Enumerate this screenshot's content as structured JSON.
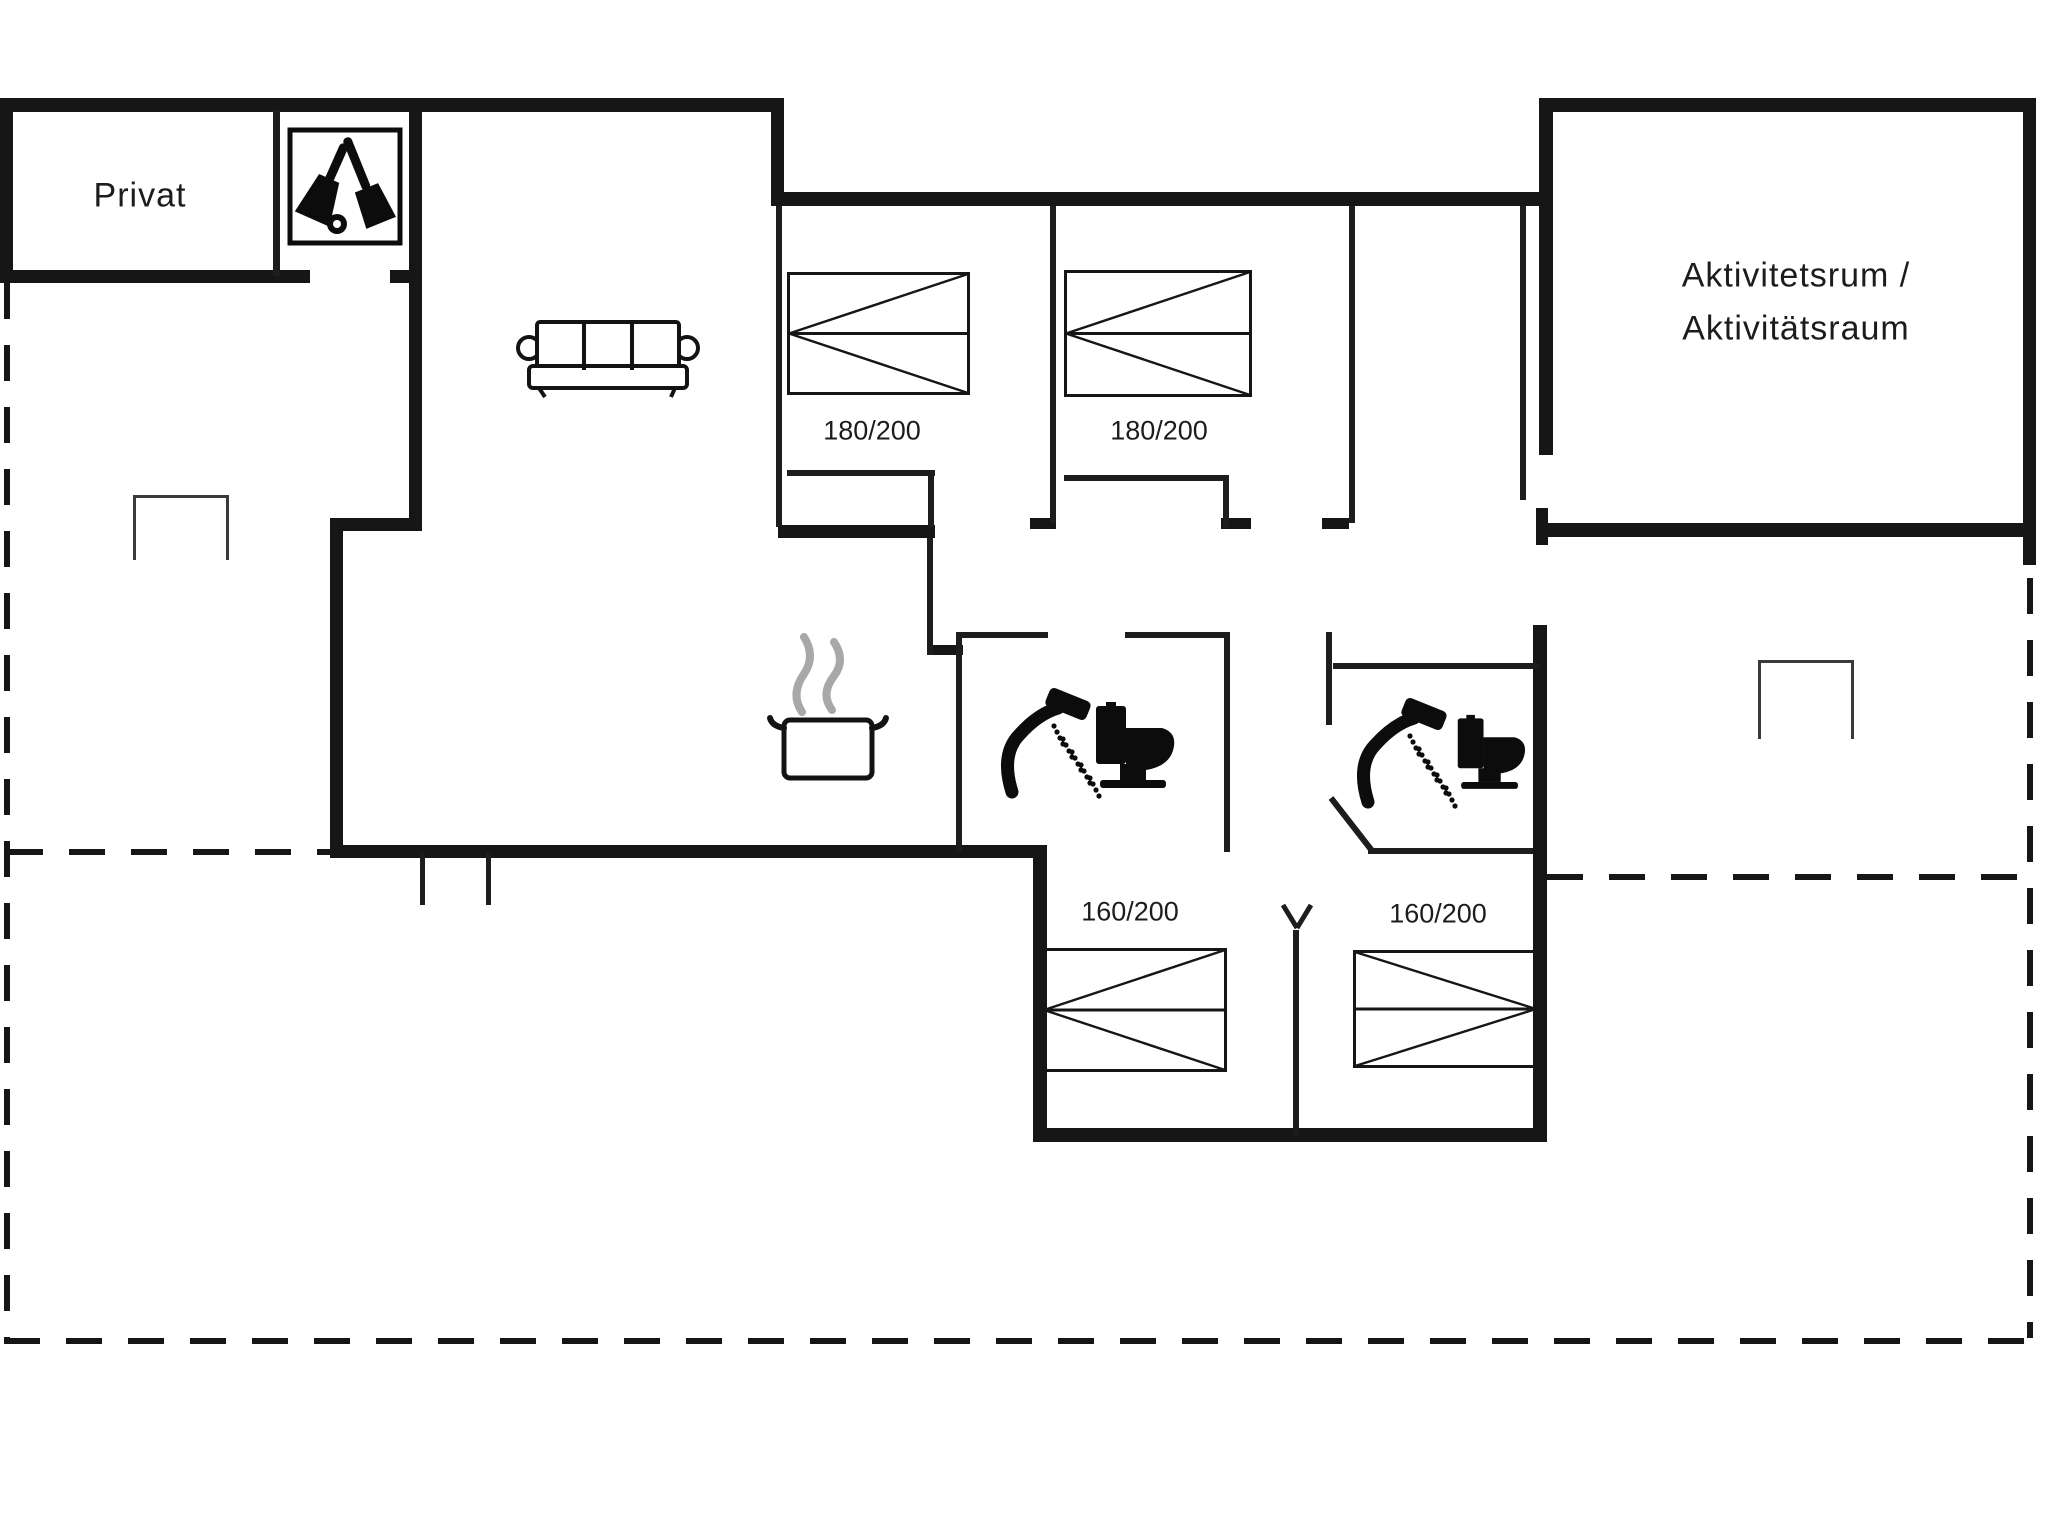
{
  "rooms": {
    "privat_label": "Privat",
    "activity_room_label_line1": "Aktivitetsrum /",
    "activity_room_label_line2": "Aktivitätsraum"
  },
  "beds": [
    {
      "id": "bed-180-left",
      "label": "180/200"
    },
    {
      "id": "bed-180-right",
      "label": "180/200"
    },
    {
      "id": "bed-160-left",
      "label": "160/200"
    },
    {
      "id": "bed-160-right",
      "label": "160/200"
    }
  ],
  "icons": {
    "cleaning": "cleaning-tools-icon",
    "sofa": "sofa-icon",
    "cooking": "cooking-pot-icon",
    "shower": "shower-icon",
    "toilet": "toilet-icon"
  },
  "colors": {
    "wall": "#161616",
    "background": "#ffffff",
    "steam": "#a8a8a8"
  }
}
